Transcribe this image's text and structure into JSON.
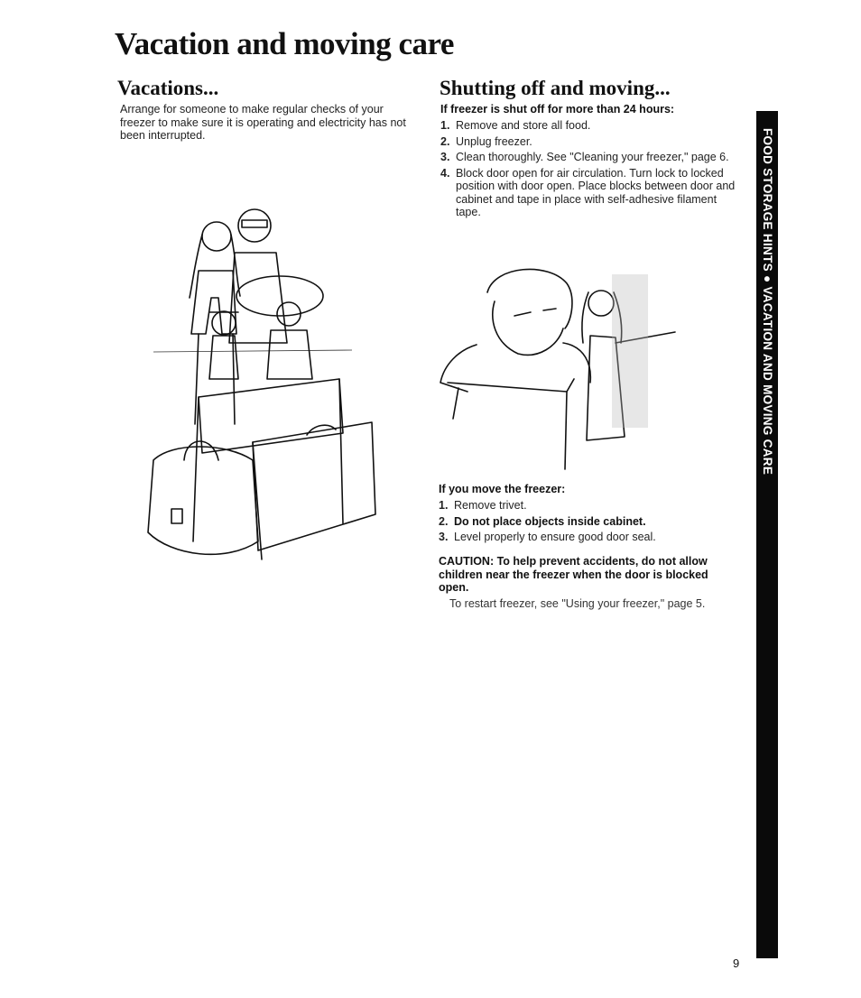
{
  "page": {
    "title": "Vacation and moving care",
    "page_number": "9"
  },
  "vacations": {
    "heading": "Vacations...",
    "body": "Arrange for someone to make regular checks of your freezer to make sure it is operating and electricity has not been interrupted."
  },
  "moving": {
    "heading": "Shutting off and moving...",
    "shutoff_subhead": "If freezer is shut off for more than 24 hours:",
    "shutoff_steps": [
      {
        "num": "1.",
        "text": "Remove and store all food."
      },
      {
        "num": "2.",
        "text": "Unplug freezer."
      },
      {
        "num": "3.",
        "text": "Clean thoroughly. See \"Cleaning your freezer,\" page 6."
      },
      {
        "num": "4.",
        "text": "Block door open for air circulation. Turn lock to locked position with door open. Place blocks between door and cabinet and tape in place with self-adhesive filament tape."
      }
    ],
    "move_subhead": "If you move the freezer:",
    "move_steps": [
      {
        "num": "1.",
        "text": "Remove trivet."
      },
      {
        "num": "2.",
        "text": "Do not place objects inside cabinet."
      },
      {
        "num": "3.",
        "text": "Level properly to ensure good door seal."
      }
    ],
    "caution": "CAUTION: To help prevent accidents, do not allow children near the freezer when the door is blocked open.",
    "restart_note": "To restart freezer, see \"Using your freezer,\" page 5."
  },
  "side_tab": {
    "label": "FOOD STORAGE HINTS ● VACATION AND MOVING CARE"
  }
}
